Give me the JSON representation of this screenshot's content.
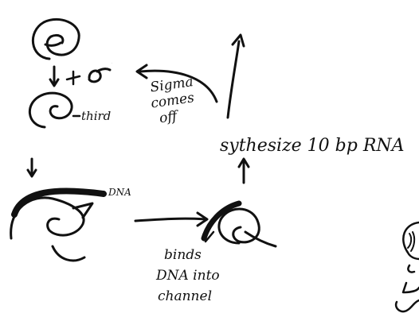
{
  "labels": {
    "sigma_symbol": "σ",
    "third_label": "third",
    "sigma_note_line1": "Sigma",
    "sigma_note_line2": "comes",
    "sigma_note_line3": "off",
    "synthesis_text": "sythesize 10 bp RNA",
    "dna_label": "DNA",
    "binds_line1": "binds",
    "binds_line2": "DNA into",
    "binds_line3": "channel"
  },
  "colors": {
    "ink": "#111111",
    "background": "#ffffff"
  }
}
